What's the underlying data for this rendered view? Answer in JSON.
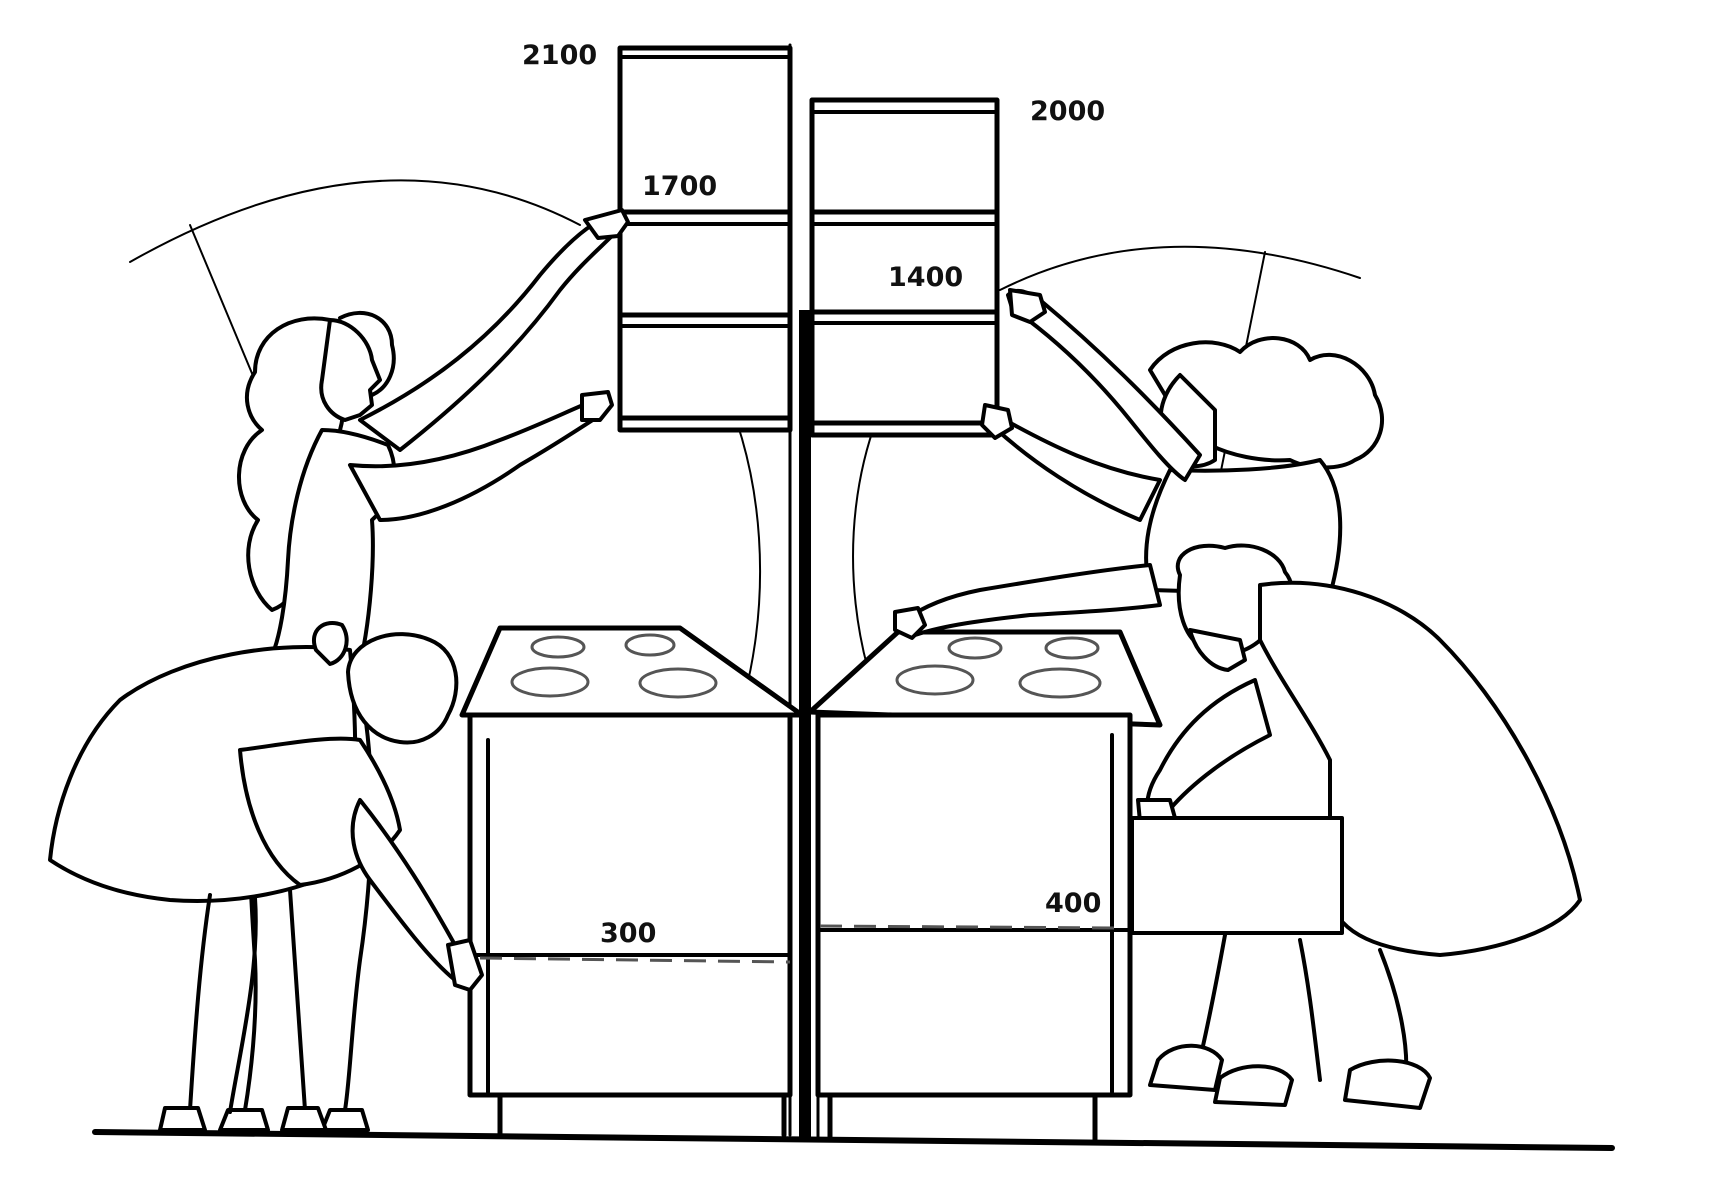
{
  "figure": {
    "dimension_labels": {
      "h2100": "2100",
      "h2000": "2000",
      "h1700": "1700",
      "h1400": "1400",
      "h300": "300",
      "h400": "400"
    },
    "colors": {
      "ink": "#000000",
      "paper": "#ffffff",
      "dashed": "#555555"
    },
    "figures": [
      "standing-woman-left",
      "bending-girl-left",
      "standing-woman-right",
      "seated-woman-right"
    ]
  }
}
